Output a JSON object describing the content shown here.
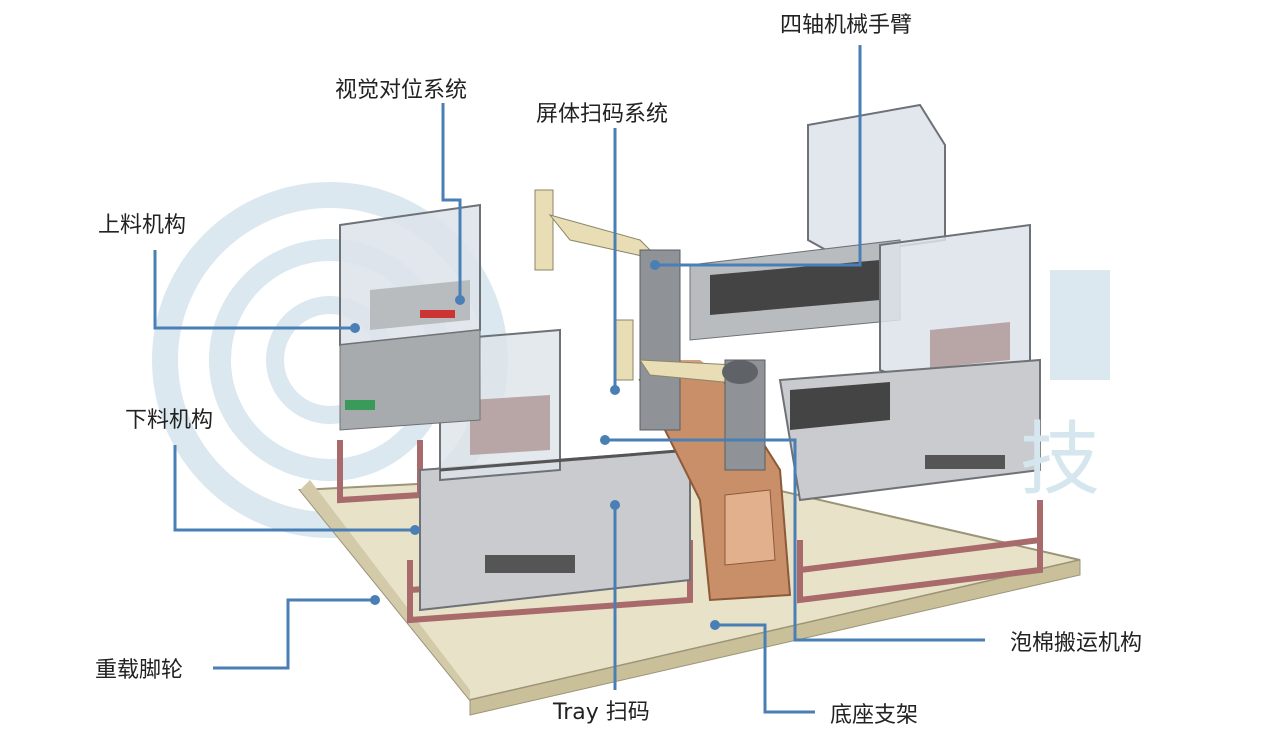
{
  "labels": {
    "arm": "四轴机械手臂",
    "vision": "视觉对位系统",
    "screen_scan": "屏体扫码系统",
    "loading": "上料机构",
    "unloading": "下料机构",
    "caster": "重载脚轮",
    "tray_scan": "Tray 扫码",
    "base": "底座支架",
    "foam": "泡棉搬运机构"
  },
  "watermark": {
    "char": "技"
  },
  "colors": {
    "leader": "#4a7fb5",
    "frame": "#a86a6a",
    "base_board": "#e8e2c8",
    "machine_gray": "#c9cbce",
    "enclosure": "#dde3ea",
    "pillar": "#c98f68",
    "arm": "#e8ddb5",
    "watermark": "#d6e6ef"
  }
}
